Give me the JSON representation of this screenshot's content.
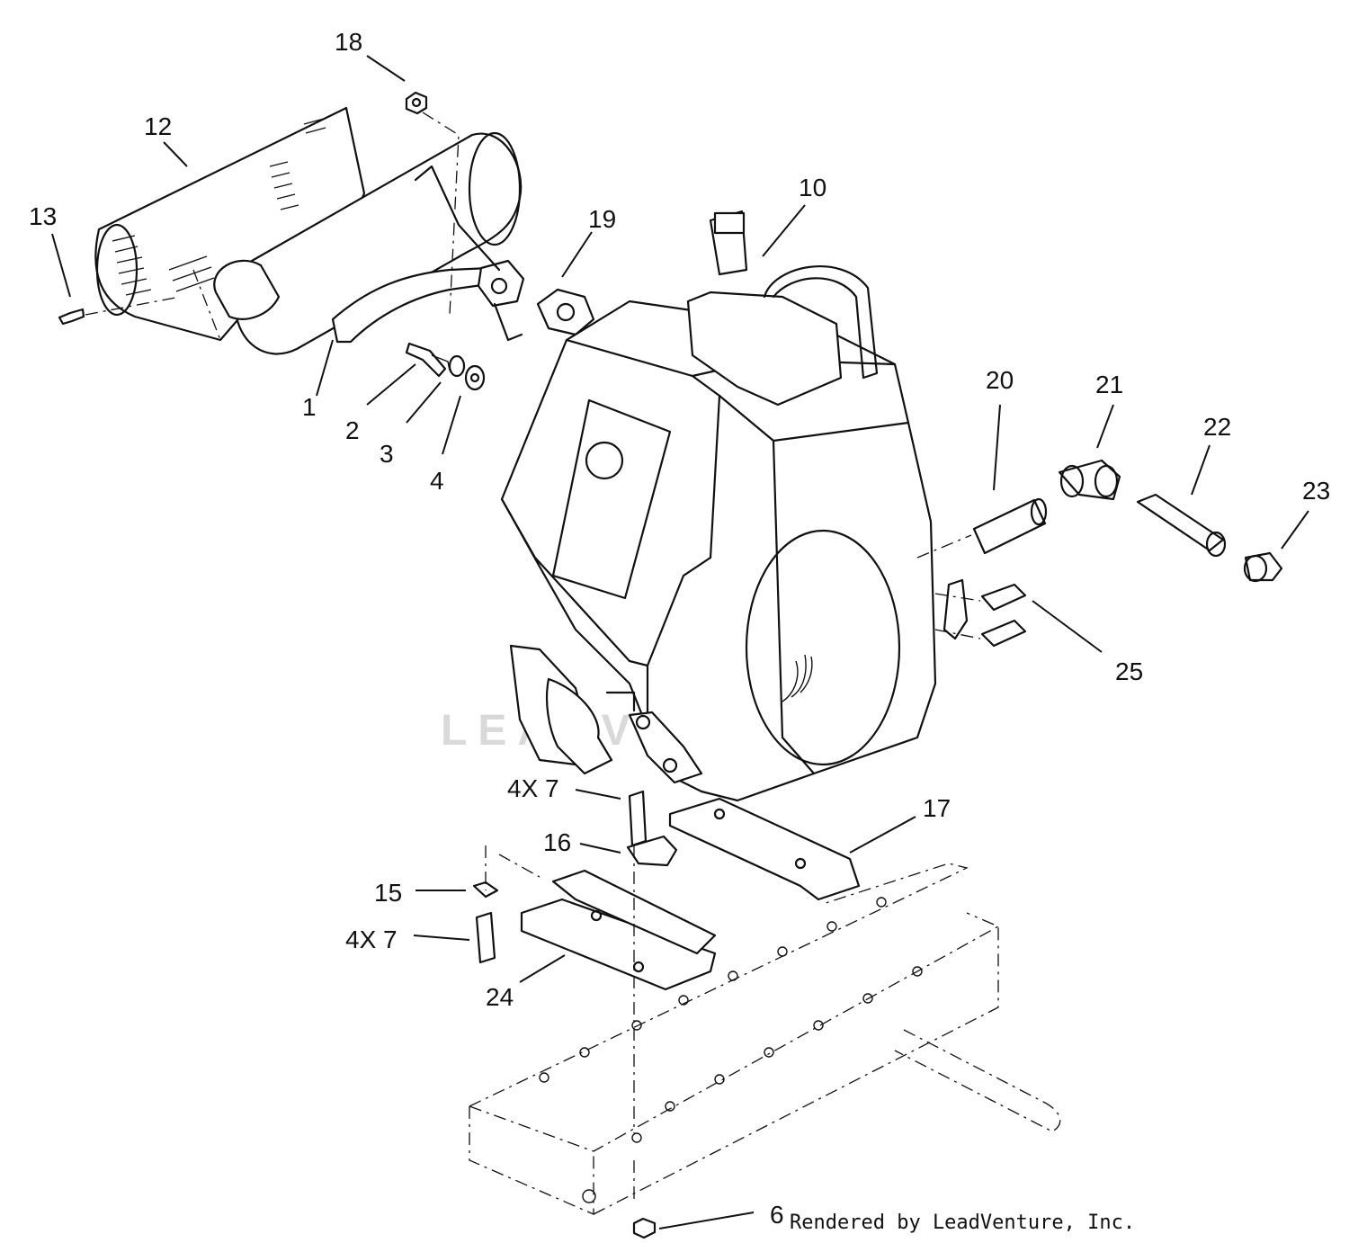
{
  "diagram": {
    "callouts": [
      {
        "id": "c18",
        "text": "18"
      },
      {
        "id": "c12",
        "text": "12"
      },
      {
        "id": "c13",
        "text": "13"
      },
      {
        "id": "c19",
        "text": "19"
      },
      {
        "id": "c10",
        "text": "10"
      },
      {
        "id": "c1",
        "text": "1"
      },
      {
        "id": "c2",
        "text": "2"
      },
      {
        "id": "c3",
        "text": "3"
      },
      {
        "id": "c4",
        "text": "4"
      },
      {
        "id": "c20",
        "text": "20"
      },
      {
        "id": "c21",
        "text": "21"
      },
      {
        "id": "c22",
        "text": "22"
      },
      {
        "id": "c23",
        "text": "23"
      },
      {
        "id": "c25",
        "text": "25"
      },
      {
        "id": "c4x7a",
        "text": "4X 7"
      },
      {
        "id": "c16",
        "text": "16"
      },
      {
        "id": "c17",
        "text": "17"
      },
      {
        "id": "c15",
        "text": "15"
      },
      {
        "id": "c4x7b",
        "text": "4X 7"
      },
      {
        "id": "c24",
        "text": "24"
      },
      {
        "id": "c6",
        "text": "6"
      }
    ],
    "watermark": "LEADVENTURE",
    "credit": "Rendered by LeadVenture, Inc."
  }
}
